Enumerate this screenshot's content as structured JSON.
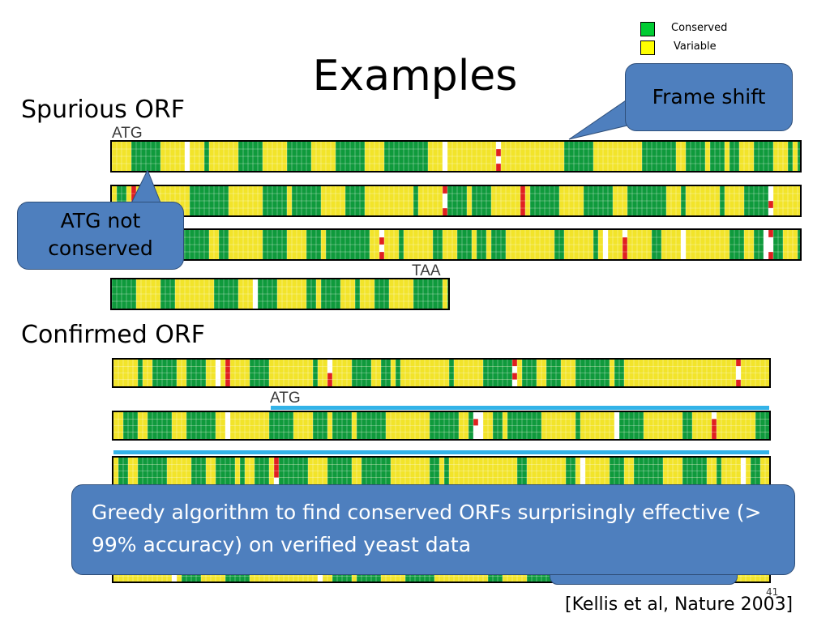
{
  "slide": {
    "title": "Examples",
    "number": "41",
    "citation": "[Kellis et al, Nature 2003]"
  },
  "legend": {
    "items": [
      {
        "label": "Conserved",
        "color": "#00cc33"
      },
      {
        "label": "Variable",
        "color": "#ffff00"
      }
    ]
  },
  "sections": {
    "spurious": {
      "heading": "Spurious ORF"
    },
    "confirmed": {
      "heading": "Confirmed ORF"
    }
  },
  "labels": {
    "atg_top": "ATG",
    "taa": "TAA",
    "atg_confirmed": "ATG"
  },
  "callouts": {
    "frame_shift": "Frame shift",
    "atg_not_conserved": "ATG not conserved"
  },
  "note": {
    "text": "Greedy algorithm to find conserved ORFs surprisingly effective (> 99% accuracy) on verified yeast data"
  },
  "colors": {
    "conserved_cell": "#0f9a3c",
    "variable_cell": "#f2e42a",
    "mutation_cell": "#e02020",
    "gap_cell": "#ffffff",
    "callout_fill": "#4e7fbe",
    "highlight_bar": "#33b3e8"
  }
}
